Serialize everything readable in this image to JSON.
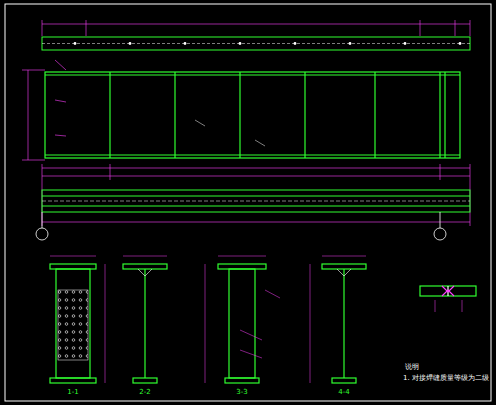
{
  "diagram": {
    "labels": [
      "1-1",
      "2-2",
      "3-3",
      "4-4",
      "说明",
      "1. 对接焊缝质量等级为二级"
    ]
  }
}
